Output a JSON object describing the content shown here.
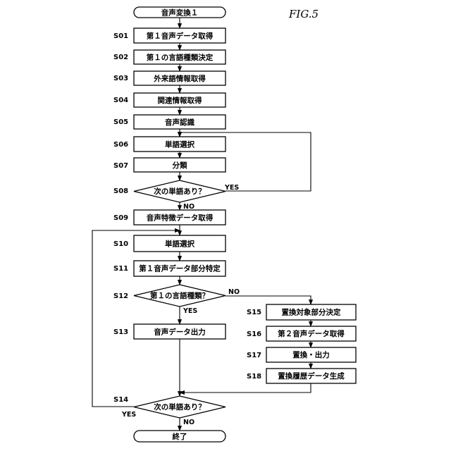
{
  "figure_label": "FIG.5",
  "nodes": {
    "start": {
      "text": "音声変換１"
    },
    "S01": {
      "label": "S01",
      "text": "第１音声データ取得"
    },
    "S02": {
      "label": "S02",
      "text": "第１の言語種類決定"
    },
    "S03": {
      "label": "S03",
      "text": "外来語情報取得"
    },
    "S04": {
      "label": "S04",
      "text": "関連情報取得"
    },
    "S05": {
      "label": "S05",
      "text": "音声認識"
    },
    "S06": {
      "label": "S06",
      "text": "単語選択"
    },
    "S07": {
      "label": "S07",
      "text": "分類"
    },
    "S08": {
      "label": "S08",
      "text": "次の単語あり？",
      "yes": "YES",
      "no": "NO"
    },
    "S09": {
      "label": "S09",
      "text": "音声特徴データ取得"
    },
    "S10": {
      "label": "S10",
      "text": "単語選択"
    },
    "S11": {
      "label": "S11",
      "text": "第１音声データ部分特定"
    },
    "S12": {
      "label": "S12",
      "text": "第１の言語種類？",
      "yes": "YES",
      "no": "NO"
    },
    "S13": {
      "label": "S13",
      "text": "音声データ出力"
    },
    "S14": {
      "label": "S14",
      "text": "次の単語あり？",
      "yes": "YES",
      "no": "NO"
    },
    "S15": {
      "label": "S15",
      "text": "置換対象部分決定"
    },
    "S16": {
      "label": "S16",
      "text": "第２音声データ取得"
    },
    "S17": {
      "label": "S17",
      "text": "置換・出力"
    },
    "S18": {
      "label": "S18",
      "text": "置換履歴データ生成"
    },
    "end": {
      "text": "終了"
    }
  }
}
